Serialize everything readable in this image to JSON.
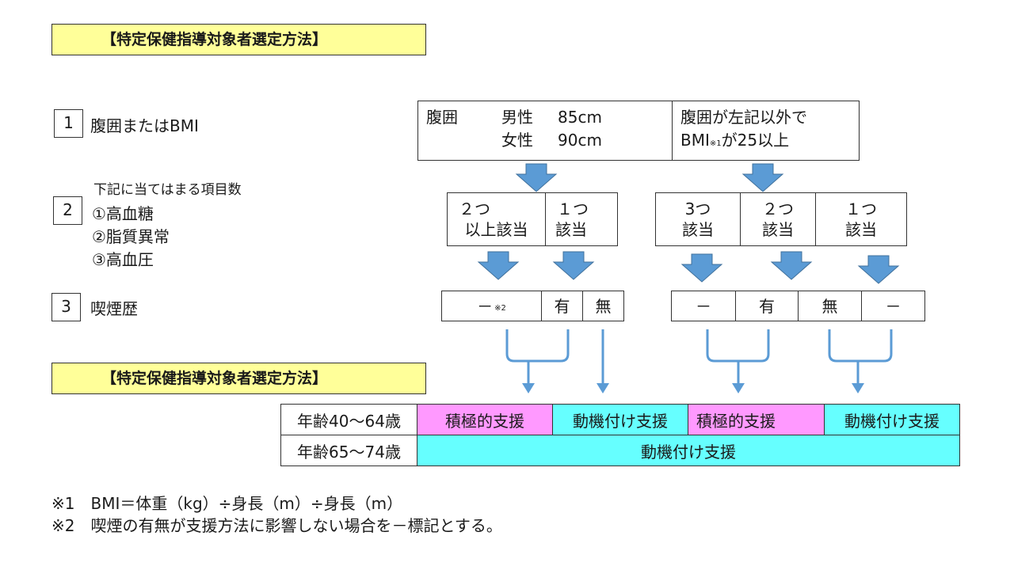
{
  "title_top": "【特定保健指導対象者選定方法】",
  "title_mid": "【特定保健指導対象者選定方法】",
  "steps": {
    "s1": {
      "num": "1",
      "label": "腹囲またはBMI"
    },
    "s2": {
      "num": "2",
      "header": "下記に当てはまる項目数",
      "items": [
        "①高血糖",
        "②脂質異常",
        "③高血圧"
      ]
    },
    "s3": {
      "num": "3",
      "label": "喫煙歴"
    }
  },
  "criteria": {
    "left": {
      "l1_a": "腹囲",
      "l1_b": "男性",
      "l1_c": "85cm",
      "l2_b": "女性",
      "l2_c": "90cm"
    },
    "right": {
      "line1": "腹囲が左記以外で",
      "line2_a": "BMI",
      "line2_note": "※1",
      "line2_b": "が25以上"
    }
  },
  "counts_left": [
    {
      "top": "２つ",
      "bottom": "以上該当"
    },
    {
      "top": "１つ",
      "bottom": "該当"
    }
  ],
  "counts_right": [
    {
      "top": "3つ",
      "bottom": "該当"
    },
    {
      "top": "２つ",
      "bottom": "該当"
    },
    {
      "top": "１つ",
      "bottom": "該当"
    }
  ],
  "smoking_left": [
    {
      "text": "－",
      "note": "※2"
    },
    {
      "text": "有",
      "note": ""
    },
    {
      "text": "無",
      "note": ""
    }
  ],
  "smoking_right": [
    "－",
    "有",
    "無",
    "－"
  ],
  "result_table": {
    "row1_label": "年齢40～64歳",
    "row1_cells": [
      "積極的支援",
      "動機付け支援",
      "積極的支援",
      "動機付け支援"
    ],
    "row2_label": "年齢65～74歳",
    "row2_cell": "動機付け支援"
  },
  "colors": {
    "title_bg": "#ffff99",
    "arrow_blue": "#5b9bd5",
    "pink": "#ff99ff",
    "cyan": "#66ffff"
  },
  "notes": [
    "※1　BMI＝体重（kg）÷身長（m）÷身長（m）",
    "※2　喫煙の有無が支援方法に影響しない場合を－標記とする。"
  ]
}
